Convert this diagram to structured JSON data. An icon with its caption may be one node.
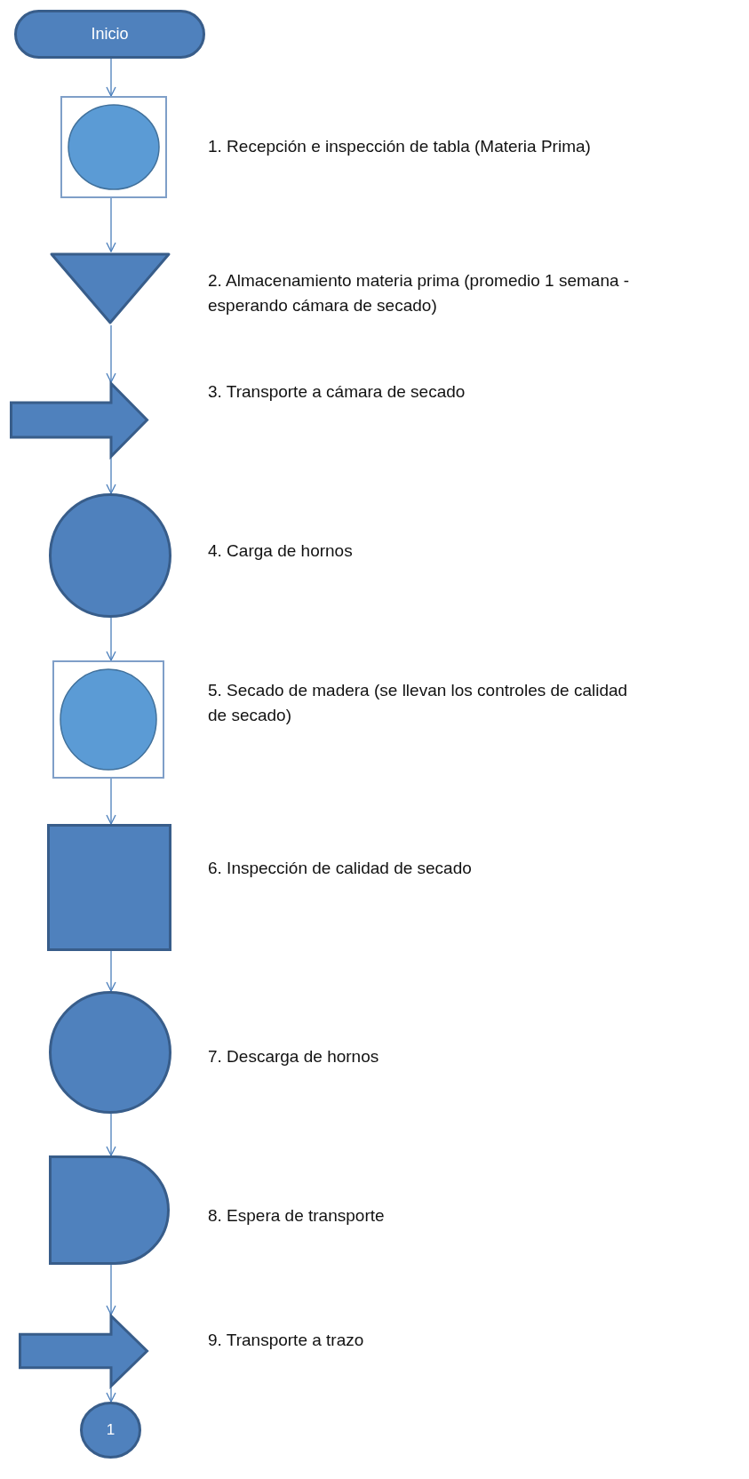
{
  "diagram": {
    "nodes": [
      {
        "text": [
          "Inicio"
        ]
      },
      {
        "text": [],
        "shape": "box",
        "beside": [
          "1. Recepción e inspección de tabla (Materia Prima)"
        ]
      },
      {
        "text": [],
        "shape": "triangle",
        "beside": [
          "2. Almacenamiento materia prima (promedio 1 semana - esperando cámara de secado)"
        ]
      },
      {
        "text": [],
        "shape": "arrow",
        "beside": [
          "3. Transporte a cámara de secado"
        ]
      },
      {
        "text": [],
        "shape": "circle",
        "beside": [
          "4. Carga de hornos"
        ]
      },
      {
        "text": [],
        "shape": "box",
        "beside": [
          "5. Secado de madera (se llevan los controles de calidad de secado)"
        ]
      },
      {
        "text": [],
        "shape": "square",
        "beside": [
          "6. Inspección de calidad de secado"
        ]
      },
      {
        "text": [],
        "shape": "circle",
        "beside": [
          "7. Descarga de hornos"
        ]
      },
      {
        "text": [],
        "shape": "delay",
        "beside": [
          "8. Espera de transporte"
        ]
      },
      {
        "text": [],
        "shape": "arrow",
        "beside": [
          "9. Transporte a trazo"
        ]
      },
      {
        "text": [
          "1"
        ]
      }
    ],
    "edges": [
      {
        "from": 0,
        "to": 1,
        "arrow": "to"
      },
      {
        "from": 1,
        "to": 2,
        "arrow": "to"
      },
      {
        "from": 2,
        "to": 3,
        "arrow": "to"
      },
      {
        "from": 3,
        "to": 4,
        "arrow": "to"
      },
      {
        "from": 4,
        "to": 5,
        "arrow": "to"
      },
      {
        "from": 5,
        "to": 6,
        "arrow": "to"
      },
      {
        "from": 6,
        "to": 7,
        "arrow": "to"
      },
      {
        "from": 7,
        "to": 8,
        "arrow": "to"
      },
      {
        "from": 8,
        "to": 9,
        "arrow": "to"
      },
      {
        "from": 9,
        "to": 10,
        "arrow": "to"
      }
    ]
  }
}
